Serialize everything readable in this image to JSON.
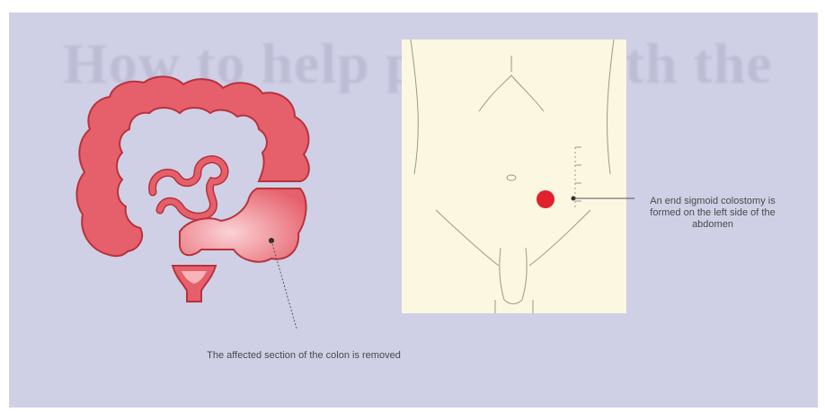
{
  "watermark_text": "How to help people with the",
  "labels": {
    "affected_section": "The affected section of the colon is removed",
    "colostomy": "An end sigmoid colostomy is formed on the left side of the abdomen"
  },
  "colors": {
    "panel": "#cfd0e6",
    "colon": "#e6606b",
    "colon_outline": "#b8323d",
    "colon_light": "#f7b4b9",
    "torso": "#fbf7e1",
    "stoma": "#e0222c",
    "text": "#4a4a4a"
  }
}
